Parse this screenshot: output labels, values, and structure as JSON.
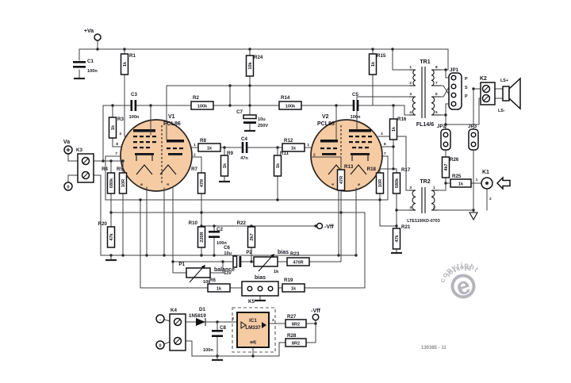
{
  "meta": {
    "doc_number": "130385 - 11"
  },
  "stamp": {
    "top": "copyright",
    "center": "e",
    "bottom": "elektor"
  },
  "labels": {
    "plus_va": "+Va",
    "va": "Va",
    "k3_plus": "+",
    "k3_zero": "0",
    "k4_minus": "-",
    "k4_zero": "0",
    "vff_mid": "-Vff",
    "vff_out": "-Vff",
    "bias_pot": "bias",
    "bias_header": "bias",
    "balance": "balance",
    "adj": "adj",
    "ls_plus": "LS+",
    "ls_minus": "LS-",
    "jp1_pins": [
      "P",
      "S",
      "P"
    ]
  },
  "pins": {
    "v1": [
      "3",
      "8",
      "7",
      "1",
      "2",
      "5",
      "4"
    ],
    "v2": [
      "1",
      "2",
      "3",
      "8",
      "7",
      "4",
      "5"
    ],
    "tr1_left": [
      "1",
      "2",
      "3",
      "4"
    ],
    "tr1_right": [
      "8",
      "7",
      "6",
      "5"
    ],
    "tr2_left": [
      "3",
      "4"
    ],
    "tr2_right": [
      "1",
      "2"
    ],
    "ic1": [
      "2",
      "3"
    ],
    "k1": [
      "1",
      "2"
    ]
  },
  "components": {
    "R1": {
      "ref": "R1",
      "value": "1k"
    },
    "R2": {
      "ref": "R2",
      "value": "100k"
    },
    "R3": {
      "ref": "R3",
      "value": "1k"
    },
    "R4": {
      "ref": "R4",
      "value": "680k"
    },
    "R5": {
      "ref": "R5",
      "value": "10R"
    },
    "R6": {
      "ref": "R6",
      "value": "1k"
    },
    "R7": {
      "ref": "R7",
      "value": "47R"
    },
    "R8": {
      "ref": "R8",
      "value": "1k"
    },
    "R9": {
      "ref": "R9",
      "value": "1k"
    },
    "R10": {
      "ref": "R10",
      "value": "220R"
    },
    "R11": {
      "ref": "R11",
      "value": "1k"
    },
    "R12": {
      "ref": "R12",
      "value": "1k"
    },
    "R13": {
      "ref": "R13",
      "value": "47R"
    },
    "R14": {
      "ref": "R14",
      "value": "100k"
    },
    "R15": {
      "ref": "R15",
      "value": "1k"
    },
    "R16": {
      "ref": "R16",
      "value": "1k"
    },
    "R17": {
      "ref": "R17",
      "value": "680k"
    },
    "R18": {
      "ref": "R18",
      "value": "10R"
    },
    "R19": {
      "ref": "R19",
      "value": "1k"
    },
    "R20": {
      "ref": "R20",
      "value": "47k"
    },
    "R21": {
      "ref": "R21",
      "value": "47k"
    },
    "R22": {
      "ref": "R22",
      "value": "2k7"
    },
    "R23": {
      "ref": "R23",
      "value": "470R"
    },
    "R24": {
      "ref": "R24",
      "value": "10k"
    },
    "R25": {
      "ref": "R25",
      "value": "1k"
    },
    "R26": {
      "ref": "R26",
      "value": "4k7"
    },
    "R27": {
      "ref": "R27",
      "value": "8R2"
    },
    "R28": {
      "ref": "R28",
      "value": "8R2"
    },
    "C1": {
      "ref": "C1",
      "value": "100n"
    },
    "C2": {
      "ref": "C2",
      "value": "100n"
    },
    "C3": {
      "ref": "C3",
      "value": "100n"
    },
    "C4": {
      "ref": "C4",
      "value": "47n"
    },
    "C5": {
      "ref": "C5",
      "value": "100n"
    },
    "C6": {
      "ref": "C6",
      "value": "10u",
      "extra": "63V"
    },
    "C7": {
      "ref": "C7",
      "value": "10u",
      "extra": "250V"
    },
    "C8": {
      "ref": "C8",
      "value": "100n"
    },
    "P1": {
      "ref": "P1",
      "value": "10k"
    },
    "P2": {
      "ref": "P2",
      "value": "1k"
    },
    "V1": {
      "ref": "V1",
      "value": "PCL86"
    },
    "V2": {
      "ref": "V2",
      "value": "PCL86"
    },
    "TR1": {
      "ref": "TR1",
      "value": "FL14/6"
    },
    "TR2": {
      "ref": "TR2",
      "value": "LTE119/KD-0703"
    },
    "D1": {
      "ref": "D1",
      "value": "1N5819"
    },
    "IC1": {
      "ref": "IC1",
      "value": "LM337"
    },
    "K1": {
      "ref": "K1"
    },
    "K2": {
      "ref": "K2"
    },
    "K3": {
      "ref": "K3"
    },
    "K4": {
      "ref": "K4"
    },
    "K5": {
      "ref": "K5"
    },
    "JP1": {
      "ref": "JP1"
    },
    "JP2": {
      "ref": "JP2"
    },
    "JP3": {
      "ref": "JP3"
    }
  }
}
